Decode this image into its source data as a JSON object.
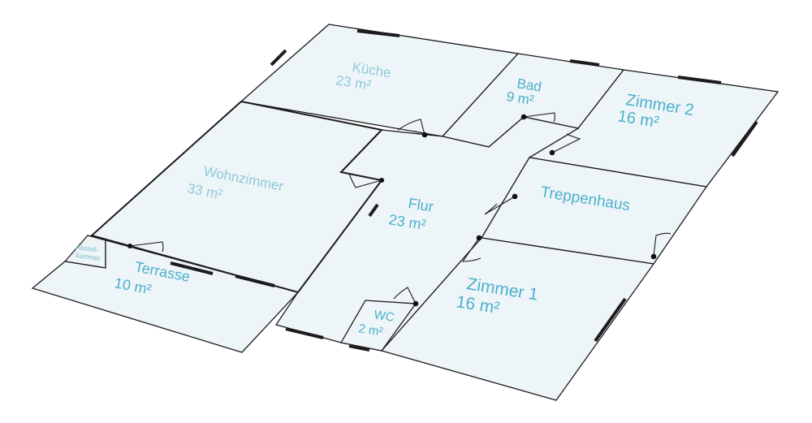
{
  "rooms": {
    "kueche": {
      "name": "Küche",
      "area": "23 m²"
    },
    "bad": {
      "name": "Bad",
      "area": "9 m²"
    },
    "zimmer2": {
      "name": "Zimmer 2",
      "area": "16 m²"
    },
    "wohnzimmer": {
      "name": "Wohnzimmer",
      "area": "33 m²"
    },
    "flur": {
      "name": "Flur",
      "area": "23 m²"
    },
    "treppenhaus": {
      "name": "Treppenhaus"
    },
    "abstell": {
      "name_line1": "Abstell-",
      "name_line2": "kammer"
    },
    "terrasse": {
      "name": "Terrasse",
      "area": "10 m²"
    },
    "zimmer1": {
      "name": "Zimmer 1",
      "area": "16 m²"
    },
    "wc": {
      "name": "WC",
      "area": "2 m²"
    }
  },
  "colors": {
    "floor": "#eef5f8",
    "wall": "#1c1c1c",
    "label": "#4bb0cc"
  }
}
